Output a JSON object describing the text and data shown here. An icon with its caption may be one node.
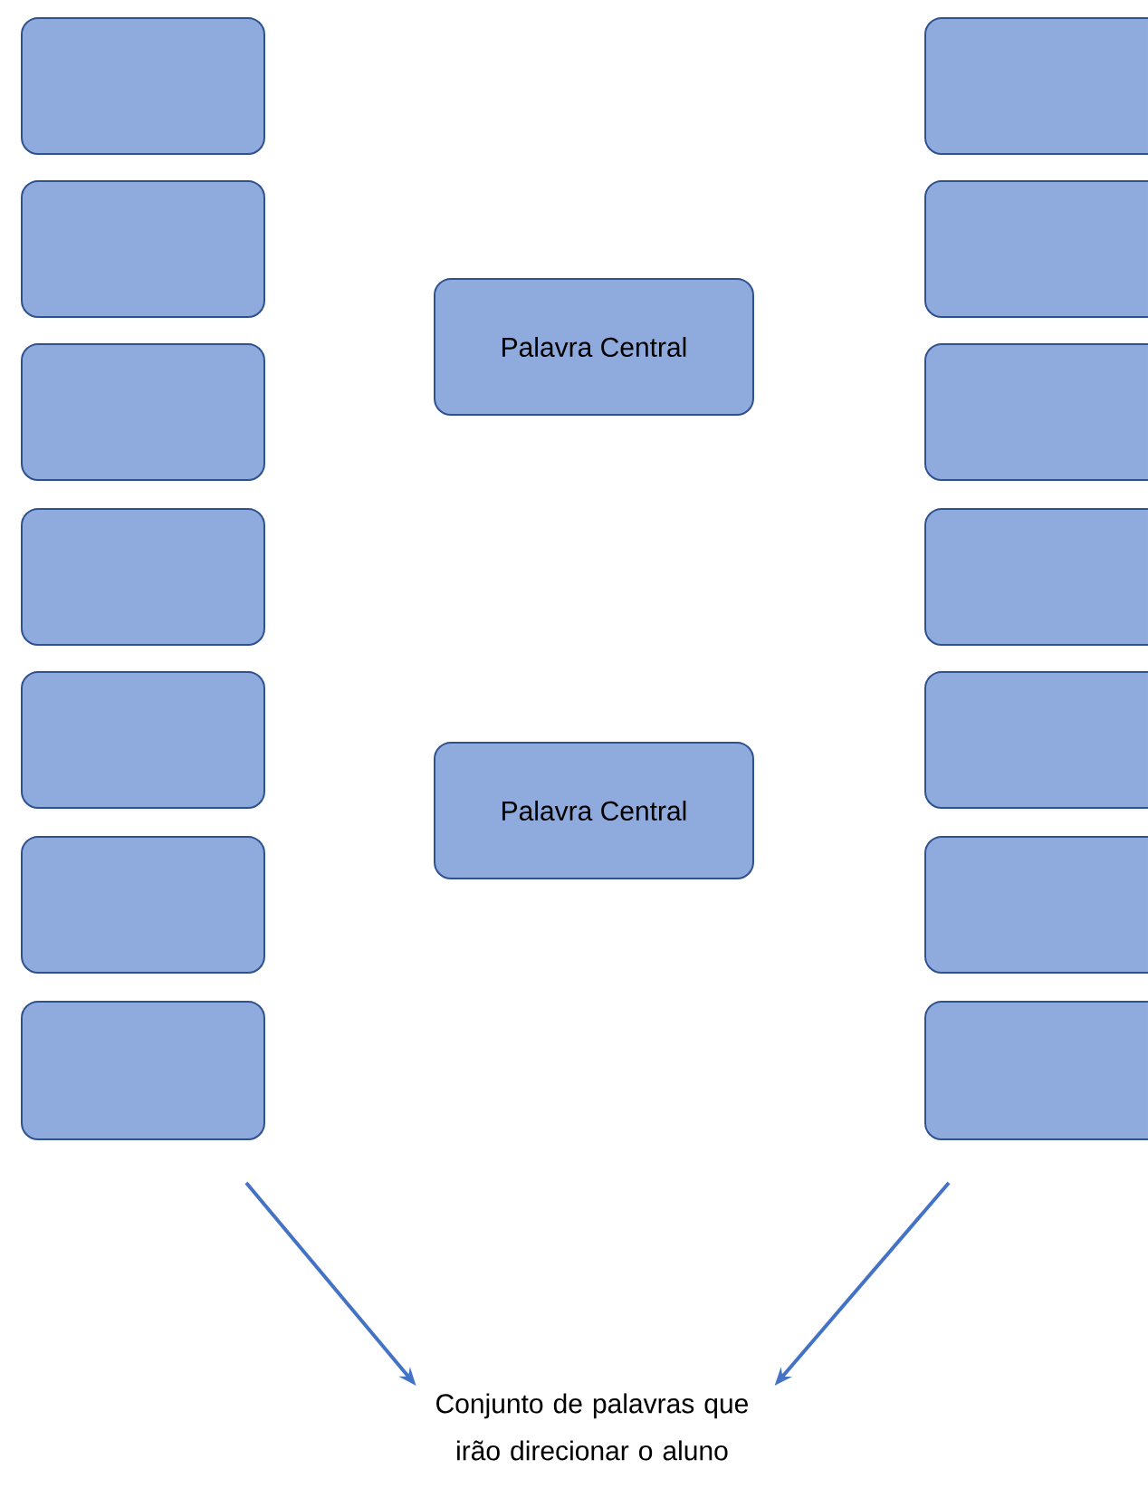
{
  "diagram": {
    "nodes": [
      {
        "text": [],
        "shape": "box"
      },
      {
        "text": [],
        "shape": "box"
      },
      {
        "text": [],
        "shape": "box"
      },
      {
        "text": [],
        "shape": "box"
      },
      {
        "text": [],
        "shape": "box"
      },
      {
        "text": [],
        "shape": "box"
      },
      {
        "text": [],
        "shape": "box"
      },
      {
        "text": [
          "Palavra Central"
        ]
      },
      {
        "text": [
          "Palavra Central"
        ]
      },
      {
        "text": [],
        "shape": "box"
      },
      {
        "text": [],
        "shape": "box"
      },
      {
        "text": [],
        "shape": "box"
      },
      {
        "text": [],
        "shape": "box"
      },
      {
        "text": [],
        "shape": "box"
      },
      {
        "text": [],
        "shape": "box"
      },
      {
        "text": [],
        "shape": "box"
      },
      {
        "text": [
          "Conjunto de palavras que irão direcionar o aluno"
        ]
      }
    ],
    "edges": [
      {
        "from": null,
        "to": 16,
        "arrow": "to"
      },
      {
        "from": null,
        "to": 16,
        "arrow": "to"
      }
    ]
  }
}
